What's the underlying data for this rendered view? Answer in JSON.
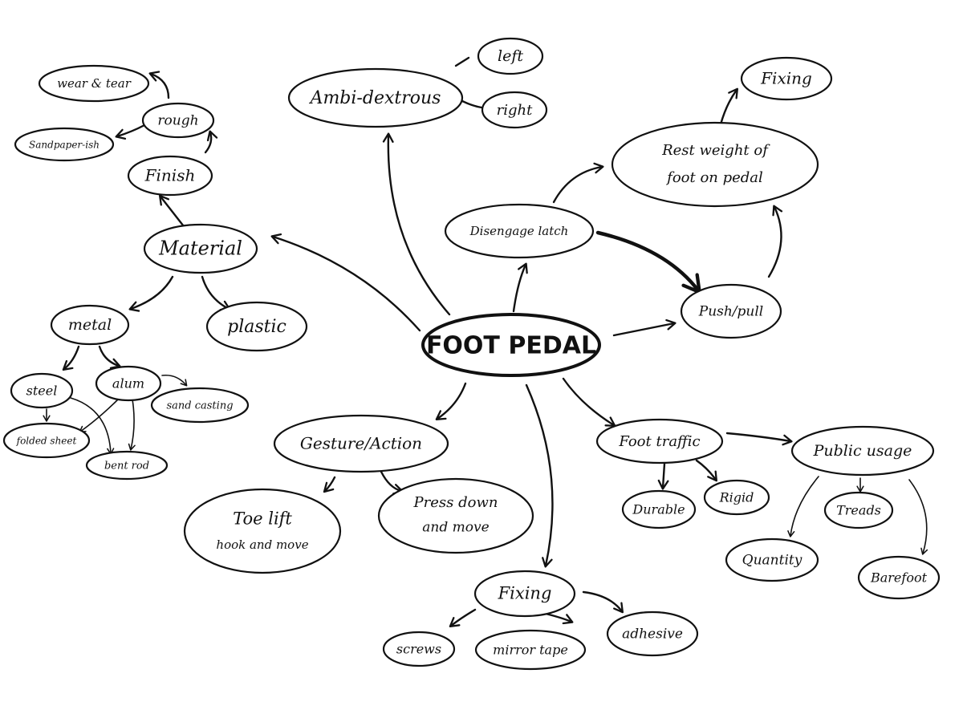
{
  "labels": {
    "central": "FOOT PEDAL",
    "material": "Material",
    "finish": "Finish",
    "rough": "rough",
    "wear_tear": "wear & tear",
    "sandpaper": "Sandpaper-ish",
    "metal": "metal",
    "plastic": "plastic",
    "steel": "steel",
    "alum": "alum",
    "sand_casting": "sand casting",
    "folded_sheet": "folded sheet",
    "bent_rod": "bent rod",
    "ambidextrous": "Ambi-dextrous",
    "left": "left",
    "right": "right",
    "disengage_latch": "Disengage latch",
    "rest_weight_1": "Rest weight of",
    "rest_weight_2": "foot on pedal",
    "fixing_top": "Fixing",
    "push_pull": "Push/pull",
    "gesture_action": "Gesture/Action",
    "toe_lift_1": "Toe lift",
    "toe_lift_2": "hook and move",
    "press_down_1": "Press down",
    "press_down_2": "and move",
    "fixing": "Fixing",
    "screws": "screws",
    "mirror_tape": "mirror tape",
    "adhesive": "adhesive",
    "foot_traffic": "Foot traffic",
    "public_usage": "Public usage",
    "durable": "Durable",
    "rigid": "Rigid",
    "treads": "Treads",
    "quantity": "Quantity",
    "barefoot": "Barefoot"
  }
}
